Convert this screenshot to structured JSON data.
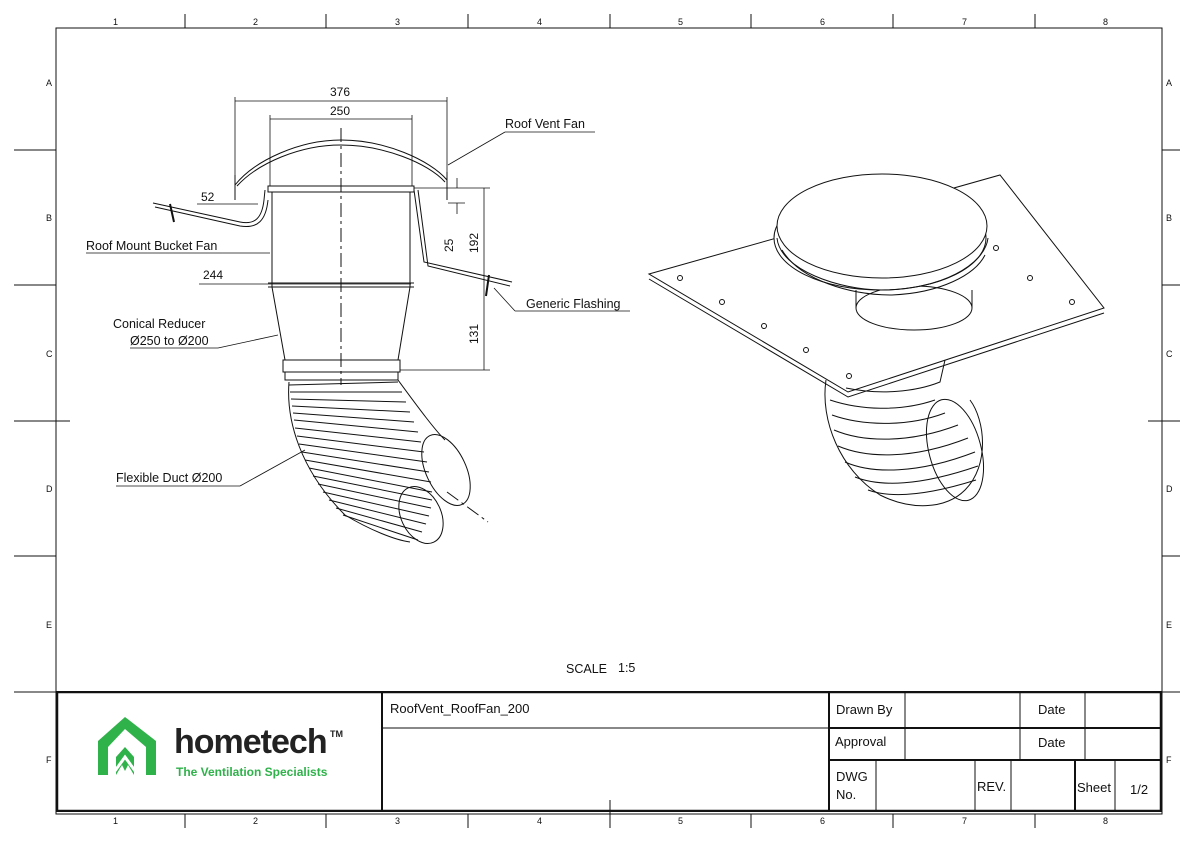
{
  "border": {
    "columns": [
      "1",
      "2",
      "3",
      "4",
      "5",
      "6",
      "7",
      "8"
    ],
    "rows": [
      "A",
      "B",
      "C",
      "D",
      "E",
      "F"
    ]
  },
  "drawing": {
    "dimensions": {
      "d376": "376",
      "d250": "250",
      "d52": "52",
      "d244": "244",
      "d25": "25",
      "d192": "192",
      "d131": "131"
    },
    "callouts": {
      "roof_vent_fan": "Roof Vent Fan",
      "roof_mount_bucket_fan": "Roof Mount Bucket Fan",
      "generic_flashing": "Generic Flashing",
      "conical_reducer_line1": "Conical Reducer",
      "conical_reducer_line2": "Ø250 to Ø200",
      "flexible_duct": "Flexible Duct Ø200"
    },
    "scale_label": "SCALE",
    "scale_value": "1:5"
  },
  "title_block": {
    "logo": {
      "brand": "hometech",
      "trademark": "TM",
      "tagline": "The Ventilation Specialists",
      "color": "#2fb24a"
    },
    "drawing_name": "RoofVent_RoofFan_200",
    "drawn_by_label": "Drawn By",
    "date_label": "Date",
    "approval_label": "Approval",
    "date_label_2": "Date",
    "dwg_no_line1": "DWG",
    "dwg_no_line2": "No.",
    "rev_label": "REV.",
    "sheet_label": "Sheet",
    "sheet_value": "1/2"
  }
}
